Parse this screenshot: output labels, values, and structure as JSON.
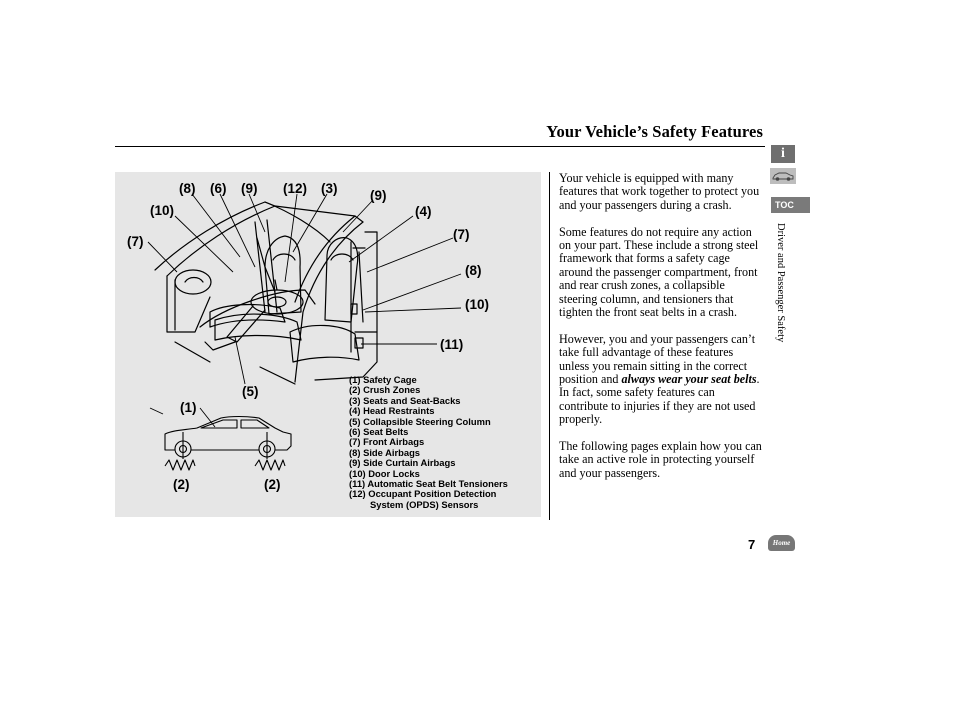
{
  "header": {
    "title": "Your Vehicle’s Safety Features"
  },
  "figure": {
    "callouts": {
      "c8a": "(8)",
      "c6": "(6)",
      "c9a": "(9)",
      "c12": "(12)",
      "c3": "(3)",
      "c9b": "(9)",
      "c10a": "(10)",
      "c4": "(4)",
      "c7a": "(7)",
      "c7b": "(7)",
      "c8b": "(8)",
      "c10b": "(10)",
      "c11": "(11)",
      "c5": "(5)",
      "c1": "(1)",
      "c2a": "(2)",
      "c2b": "(2)"
    },
    "legend": [
      "(1) Safety Cage",
      "(2) Crush Zones",
      "(3) Seats and Seat-Backs",
      "(4) Head Restraints",
      "(5) Collapsible Steering Column",
      "(6) Seat Belts",
      "(7) Front Airbags",
      "(8) Side Airbags",
      "(9) Side Curtain Airbags",
      "(10) Door Locks",
      "(11) Automatic Seat Belt Tensioners",
      "(12) Occupant Position Detection"
    ],
    "legend_continuation": "System (OPDS) Sensors"
  },
  "body": {
    "p1": "Your vehicle is equipped with many features that work together to protect you and your passengers during a crash.",
    "p2": "Some features do not require any action on your part. These include a strong steel framework that forms a safety cage around the passenger compartment, front and rear crush zones, a collapsible steering column, and tensioners that tighten the front seat belts in a crash.",
    "p3_before": "However, you and your passengers can’t take full advantage of these features unless you remain sitting in the correct position and ",
    "p3_emphasis": "always wear your seat belts",
    "p3_after": ". In fact, some safety features can contribute to injuries if they are not used properly.",
    "p4": "The following pages explain how you can take an active role in protecting yourself and your passengers."
  },
  "sidebar": {
    "info_tab": "i",
    "toc_tab": "TOC",
    "section_label": "Driver and Passenger Safety"
  },
  "footer": {
    "page_number": "7",
    "home_label": "Home"
  },
  "colors": {
    "figure_background": "#e6e6e6",
    "tab_gray": "#777777"
  }
}
